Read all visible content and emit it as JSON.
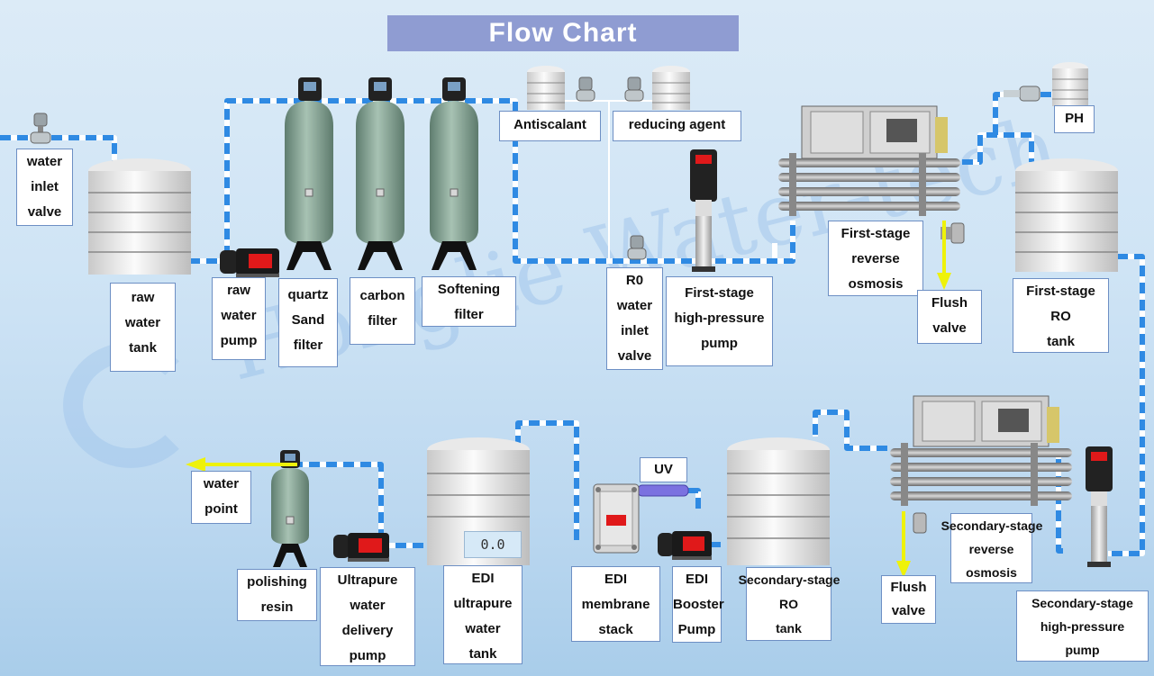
{
  "title": "Flow Chart",
  "watermark": "Honglie Water-tech",
  "edi_tank_display": "0.0",
  "labels": {
    "water_inlet_valve": [
      "water",
      "inlet",
      "valve"
    ],
    "raw_water_tank": [
      "raw",
      "water",
      "tank"
    ],
    "raw_water_pump": [
      "raw",
      "water",
      "pump"
    ],
    "quartz_sand_filter": [
      "quartz",
      "Sand",
      "filter"
    ],
    "carbon_filter": [
      "carbon",
      "filter"
    ],
    "softening_filter": [
      "Softening",
      "filter"
    ],
    "antiscalant": [
      "Antiscalant"
    ],
    "reducing_agent": [
      "reducing agent"
    ],
    "ro_water_inlet_valve": [
      "R0",
      "water",
      "inlet",
      "valve"
    ],
    "first_stage_high_pressure_pump": [
      "First-stage",
      "high-pressure",
      "pump"
    ],
    "first_stage_reverse_osmosis": [
      "First-stage",
      "reverse",
      "osmosis"
    ],
    "flush_valve_1": [
      "Flush",
      "valve"
    ],
    "ph": [
      "PH"
    ],
    "first_stage_ro_tank": [
      "First-stage",
      "RO",
      "tank"
    ],
    "secondary_stage_reverse_osmosis": [
      "Secondary-stage",
      "reverse",
      "osmosis"
    ],
    "flush_valve_2": [
      "Flush",
      "valve"
    ],
    "secondary_stage_high_pressure_pump": [
      "Secondary-stage",
      "high-pressure",
      "pump"
    ],
    "secondary_stage_ro_tank": [
      "Secondary-stage",
      "RO",
      "tank"
    ],
    "edi_booster_pump": [
      "EDI",
      "Booster",
      "Pump"
    ],
    "uv": [
      "UV"
    ],
    "edi_membrane_stack": [
      "EDI",
      "membrane",
      "stack"
    ],
    "edi_ultrapure_water_tank": [
      "EDI",
      "ultrapure",
      "water",
      "tank"
    ],
    "ultrapure_water_delivery_pump": [
      "Ultrapure",
      "water",
      "delivery",
      "pump"
    ],
    "polishing_resin": [
      "polishing",
      "resin"
    ],
    "water_point": [
      "water",
      "point"
    ]
  },
  "colors": {
    "title_bg": "#8f9cd2",
    "pipe_blue": "#2f8ae3",
    "pump_red": "#e0191a",
    "filter_green": "#7f9d8e",
    "arrow_yellow": "#eef20a",
    "label_border": "#6d8fc4"
  }
}
